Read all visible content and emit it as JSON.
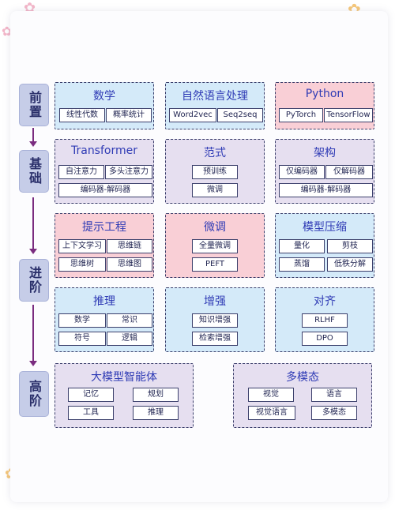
{
  "stages": [
    {
      "label": "前置"
    },
    {
      "label": "基础"
    },
    {
      "label": "进阶"
    },
    {
      "label": "高阶"
    }
  ],
  "boxes": {
    "math": {
      "title": "数学",
      "items": [
        "线性代数",
        "概率统计"
      ]
    },
    "nlp": {
      "title": "自然语言处理",
      "items": [
        "Word2vec",
        "Seq2seq"
      ]
    },
    "python": {
      "title": "Python",
      "items": [
        "PyTorch",
        "TensorFlow"
      ]
    },
    "transformer": {
      "title": "Transformer",
      "items": [
        "自注意力",
        "多头注意力",
        "编码器-解码器"
      ]
    },
    "paradigm": {
      "title": "范式",
      "items": [
        "预训练",
        "微调"
      ]
    },
    "architecture": {
      "title": "架构",
      "items": [
        "仅编码器",
        "仅解码器",
        "编码器-解码器"
      ]
    },
    "prompt": {
      "title": "提示工程",
      "items": [
        "上下文学习",
        "思维链",
        "思维树",
        "思维图"
      ]
    },
    "finetune": {
      "title": "微调",
      "items": [
        "全量微调",
        "PEFT"
      ]
    },
    "compression": {
      "title": "模型压缩",
      "items": [
        "量化",
        "剪枝",
        "蒸馏",
        "低秩分解"
      ]
    },
    "reasoning": {
      "title": "推理",
      "items": [
        "数学",
        "常识",
        "符号",
        "逻辑"
      ]
    },
    "augment": {
      "title": "增强",
      "items": [
        "知识增强",
        "检索增强"
      ]
    },
    "alignment": {
      "title": "对齐",
      "items": [
        "RLHF",
        "DPO"
      ]
    },
    "agent": {
      "title": "大模型智能体",
      "items": [
        "记忆",
        "规划",
        "工具",
        "推理"
      ]
    },
    "multimodal": {
      "title": "多模态",
      "items": [
        "视觉",
        "语言",
        "视觉语言",
        "多模态"
      ]
    }
  },
  "colors": {
    "blue": "#d4eaf9",
    "purple": "#e6dff0",
    "pink": "#f9cfd6",
    "title": "#2f3bb5",
    "stage": "#c6cde8",
    "arrow": "#7a2c7f"
  }
}
